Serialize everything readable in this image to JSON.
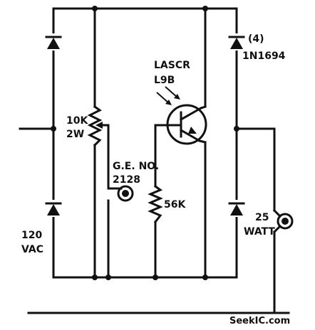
{
  "diagram": {
    "labels": {
      "diode_count": "(4)",
      "diode_part": "1N1694",
      "scr_type": "LASCR",
      "scr_part": "L9B",
      "pot_value": "10K",
      "pot_power": "2W",
      "lamp_mfr": "G.E. NO.",
      "lamp_part": "2128",
      "resistor_value": "56K",
      "load_value": "25",
      "load_unit": "WATT",
      "supply_voltage": "120",
      "supply_type": "VAC"
    },
    "watermark": "SeekIC.com"
  }
}
